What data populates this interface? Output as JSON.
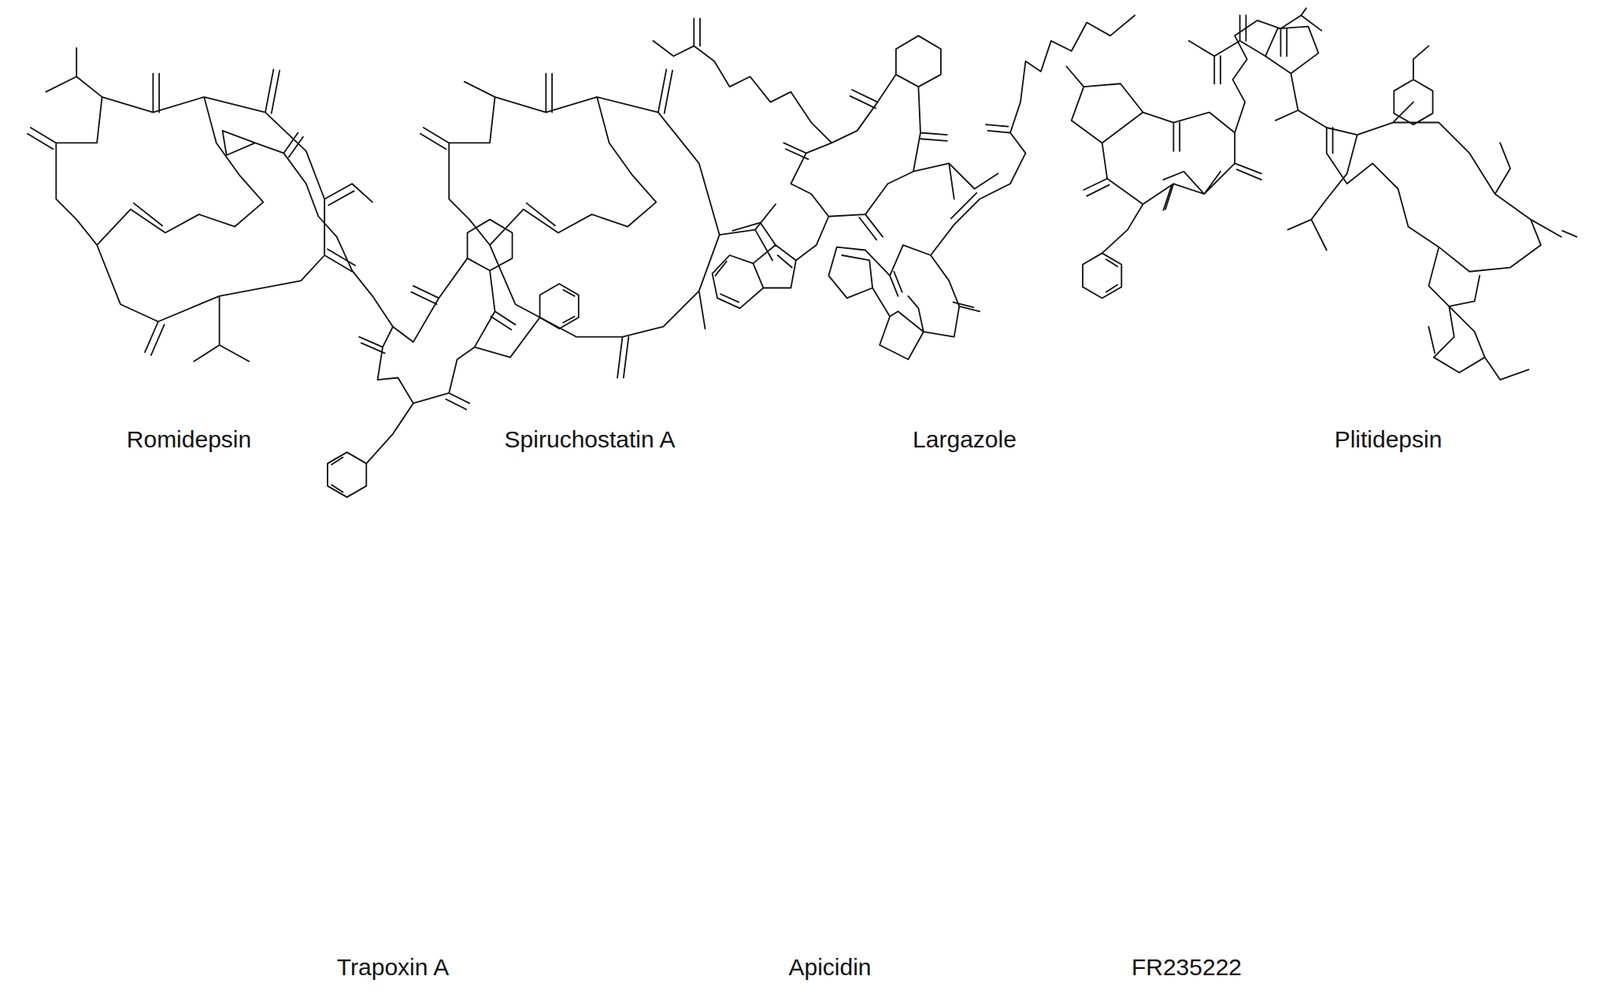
{
  "diagram": {
    "labels": [
      "Romidepsin",
      "Spiruchostatin A",
      "Largazole",
      "Plitidepsin",
      "Trapoxin A",
      "Apicidin",
      "FR235222"
    ]
  }
}
